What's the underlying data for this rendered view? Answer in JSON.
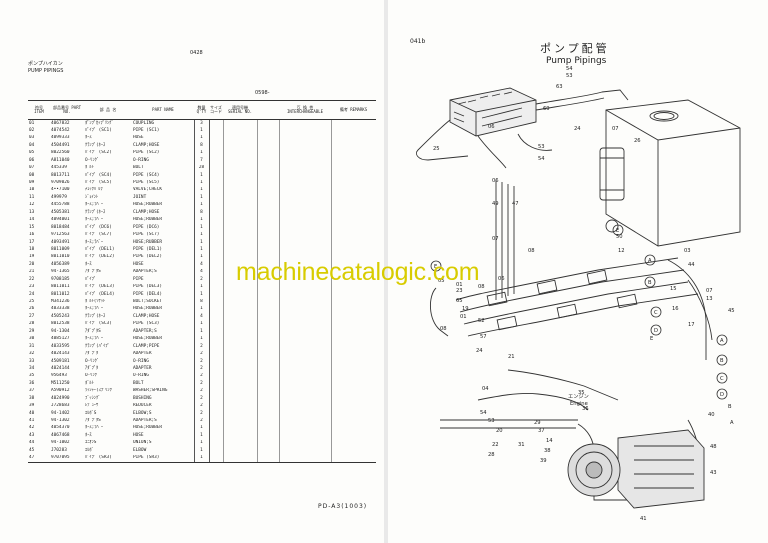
{
  "left_page": {
    "code_top": "0428",
    "title_jp": "ポンプハイカン",
    "title_en": "PUMP PIPINGS",
    "code_mid": "0598-",
    "columns": [
      "符号 ITEM",
      "部品番号 PART NO.",
      "部 品 名",
      "PART NAME",
      "数量 Q'TY",
      "サイズ コード",
      "適用号機 SERIAL NO.",
      "",
      "互 換 性 INTERCHANGEABLE",
      "備考 REMARKS"
    ],
    "rows": [
      {
        "item": "01",
        "part_no": "4067832",
        "name_jp": "ﾎﾟﾝﾌﾟｶｯﾌﾟﾘﾝｸﾞ",
        "part_name": "COUPLING",
        "qty": "3"
      },
      {
        "item": "02",
        "part_no": "4074542",
        "name_jp": "ﾊﾟｲﾌﾟ (SC1)",
        "part_name": "PIPE (SC1)",
        "qty": "1"
      },
      {
        "item": "03",
        "part_no": "4099333",
        "name_jp": "ﾎｰｽ",
        "part_name": "HOSE",
        "qty": "1"
      },
      {
        "item": "04",
        "part_no": "4504491",
        "name_jp": "ｸﾗﾝﾌﾟ(ﾎｰｽ",
        "part_name": "CLAMP;HOSE",
        "qty": "8"
      },
      {
        "item": "05",
        "part_no": "8022560",
        "name_jp": "ﾊﾟｲﾌﾟ (SC2)",
        "part_name": "PIPE (SC2)",
        "qty": "1"
      },
      {
        "item": "06",
        "part_no": "A811040",
        "name_jp": "O-ﾘﾝｸﾞ",
        "part_name": "O-RING",
        "qty": "7"
      },
      {
        "item": "07",
        "part_no": "445339",
        "name_jp": "ﾎﾞﾙﾄ",
        "part_name": "BOLT",
        "qty": "28"
      },
      {
        "item": "08",
        "part_no": "8013711",
        "name_jp": "ﾊﾟｲﾌﾟ (SC4)",
        "part_name": "PIPE (SC4)",
        "qty": "1"
      },
      {
        "item": "09",
        "part_no": "9709026",
        "name_jp": "ﾊﾟｲﾌﾟ (SC5)",
        "part_name": "PIPE (SC5)",
        "qty": "1"
      },
      {
        "item": "10",
        "part_no": "4••7100",
        "name_jp": "ﾁｪｯｸﾊﾞﾙﾌﾞ",
        "part_name": "VALVE;CHECK",
        "qty": "1"
      },
      {
        "item": "11",
        "part_no": "499979",
        "name_jp": "ｼﾞｮｲﾝﾄ",
        "part_name": "JOINT",
        "qty": "1"
      },
      {
        "item": "12",
        "part_no": "4455788",
        "name_jp": "ﾎｰｽ;ﾗﾊﾞｰ",
        "part_name": "HOSE;RUBBER",
        "qty": "1"
      },
      {
        "item": "13",
        "part_no": "4505381",
        "name_jp": "ｸﾗﾝﾌﾟ(ﾎｰｽ",
        "part_name": "CLAMP;HOSE",
        "qty": "8"
      },
      {
        "item": "14",
        "part_no": "4094001",
        "name_jp": "ﾎｰｽ;ﾗﾊﾞｰ",
        "part_name": "HOSE;RUBBER",
        "qty": "1"
      },
      {
        "item": "15",
        "part_no": "8018484",
        "name_jp": "ﾊﾟｲﾌﾟ (DC6)",
        "part_name": "PIPE (DC6)",
        "qty": "1"
      },
      {
        "item": "16",
        "part_no": "9712563",
        "name_jp": "ﾊﾟｲﾌﾟ (SC7)",
        "part_name": "PIPE (SC7)",
        "qty": "1"
      },
      {
        "item": "17",
        "part_no": "4093491",
        "name_jp": "ﾎｰｽ;ﾗﾊﾞｰ",
        "part_name": "HOSE;RUBBER",
        "qty": "1"
      },
      {
        "item": "18",
        "part_no": "8011009",
        "name_jp": "ﾊﾟｲﾌﾟ (DEL1)",
        "part_name": "PIPE (DEL1)",
        "qty": "1"
      },
      {
        "item": "19",
        "part_no": "8011010",
        "name_jp": "ﾊﾟｲﾌﾟ (DEL2)",
        "part_name": "PIPE (DEL2)",
        "qty": "1"
      },
      {
        "item": "20",
        "part_no": "4056389",
        "name_jp": "ﾎｰｽ",
        "part_name": "HOSE",
        "qty": "4"
      },
      {
        "item": "21",
        "part_no": "94-1365",
        "name_jp": "ｱﾀﾞﾌﾟﾀS",
        "part_name": "ADAPTER;S",
        "qty": "4"
      },
      {
        "item": "22",
        "part_no": "9708185",
        "name_jp": "ﾊﾟｲﾌﾟ",
        "part_name": "PIPE",
        "qty": "2"
      },
      {
        "item": "23",
        "part_no": "8011011",
        "name_jp": "ﾊﾟｲﾌﾟ (DEL3)",
        "part_name": "PIPE (DEL3)",
        "qty": "1"
      },
      {
        "item": "24",
        "part_no": "8011012",
        "name_jp": "ﾊﾟｲﾌﾟ (DEL4)",
        "part_name": "PIPE (DEL4)",
        "qty": "1"
      },
      {
        "item": "25",
        "part_no": "M341236",
        "name_jp": "ﾎﾞﾙﾄ(ｿｹｯﾄ",
        "part_name": "BOLT;SOCKET",
        "qty": "8"
      },
      {
        "item": "26",
        "part_no": "4033338",
        "name_jp": "ﾎｰｽ;ﾗﾊﾞｰ",
        "part_name": "HOSE;RUBBER",
        "qty": "1"
      },
      {
        "item": "27",
        "part_no": "4505243",
        "name_jp": "ｸﾗﾝﾌﾟ(ﾎｰｽ",
        "part_name": "CLAMP;HOSE",
        "qty": "4"
      },
      {
        "item": "28",
        "part_no": "8012538",
        "name_jp": "ﾊﾟｲﾌﾟ (SC3)",
        "part_name": "PIPE (SC3)",
        "qty": "1"
      },
      {
        "item": "29",
        "part_no": "94-1304",
        "name_jp": "ｱﾀﾞﾌﾟﾀS",
        "part_name": "ADAPTER;S",
        "qty": "1"
      },
      {
        "item": "30",
        "part_no": "4085127",
        "name_jp": "ﾎｰｽ;ﾗﾊﾞｰ",
        "part_name": "HOSE;RUBBER",
        "qty": "1"
      },
      {
        "item": "31",
        "part_no": "4033595",
        "name_jp": "ｸﾗﾝﾌﾟ(ﾊﾟｲﾌﾟ",
        "part_name": "CLAMP;PIPE",
        "qty": "2"
      },
      {
        "item": "32",
        "part_no": "4024143",
        "name_jp": "ｱﾀﾞﾌﾟﾀ",
        "part_name": "ADAPTER",
        "qty": "2"
      },
      {
        "item": "33",
        "part_no": "4509181",
        "name_jp": "O-ﾘﾝｸﾞ",
        "part_name": "O-RING",
        "qty": "2"
      },
      {
        "item": "34",
        "part_no": "4024144",
        "name_jp": "ｱﾀﾞﾌﾟﾀ",
        "part_name": "ADAPTER",
        "qty": "2"
      },
      {
        "item": "35",
        "part_no": "956493",
        "name_jp": "O-ﾘﾝｸﾞ",
        "part_name": "O-RING",
        "qty": "2"
      },
      {
        "item": "36",
        "part_no": "M511250",
        "name_jp": "ﾎﾞﾙﾄ",
        "part_name": "BOLT",
        "qty": "2"
      },
      {
        "item": "37",
        "part_no": "A590912",
        "name_jp": "ﾜｯｼｬｰ(ｽﾌﾟﾘﾝｸﾞ",
        "part_name": "WASHER;SPRING",
        "qty": "2"
      },
      {
        "item": "38",
        "part_no": "4024990",
        "name_jp": "ﾌﾞｯｼﾝｸﾞ",
        "part_name": "BUSHING",
        "qty": "2"
      },
      {
        "item": "39",
        "part_no": "J728683",
        "name_jp": "ﾚﾃﾞｭｰｻ",
        "part_name": "REDUCER",
        "qty": "2"
      },
      {
        "item": "40",
        "part_no": "94-1402",
        "name_jp": "ｴﾙﾎﾞS",
        "part_name": "ELBOW;S",
        "qty": "2"
      },
      {
        "item": "41",
        "part_no": "94-1302",
        "name_jp": "ｱﾀﾞﾌﾟﾀS",
        "part_name": "ADAPTER;S",
        "qty": "2"
      },
      {
        "item": "42",
        "part_no": "4054370",
        "name_jp": "ﾎｰｽ;ﾗﾊﾞｰ",
        "part_name": "HOSE;RUBBER",
        "qty": "1"
      },
      {
        "item": "43",
        "part_no": "4067468",
        "name_jp": "ﾎｰｽ",
        "part_name": "HOSE",
        "qty": "1"
      },
      {
        "item": "44",
        "part_no": "94-1002",
        "name_jp": "ﾕﾆｵﾝS",
        "part_name": "UNION;S",
        "qty": "1"
      },
      {
        "item": "45",
        "part_no": "J70283",
        "name_jp": "ｴﾙﾎﾞ",
        "part_name": "ELBOW",
        "qty": "1"
      },
      {
        "item": "47",
        "part_no": "9707095",
        "name_jp": "ﾊﾟｲﾌﾟ (SR3)",
        "part_name": "PIPE (SR3)",
        "qty": "1"
      }
    ],
    "footer": "PD-A3(1003)"
  },
  "right_page": {
    "code": "041b",
    "title_jp": "ポンプ配管",
    "title_en": "Pump Pipings",
    "engine_jp": "エンジン",
    "engine_en": "Engine",
    "callouts": [
      "54",
      "53",
      "63",
      "69",
      "06",
      "24",
      "07",
      "26",
      "25",
      "53",
      "54",
      "06",
      "49",
      "47",
      "50",
      "12",
      "08",
      "07",
      "05",
      "06",
      "01",
      "08",
      "23",
      "65",
      "19",
      "01",
      "08",
      "52",
      "57",
      "24",
      "21",
      "04",
      "54",
      "53",
      "22",
      "28",
      "20",
      "31",
      "29",
      "37",
      "38",
      "39",
      "14",
      "35",
      "36",
      "40",
      "48",
      "43",
      "41",
      "45",
      "03",
      "44",
      "07",
      "13",
      "16",
      "15",
      "17",
      "E",
      "A",
      "B",
      "C",
      "D",
      "A",
      "B",
      "C",
      "D"
    ]
  },
  "watermark": "machinecatalogic.com"
}
